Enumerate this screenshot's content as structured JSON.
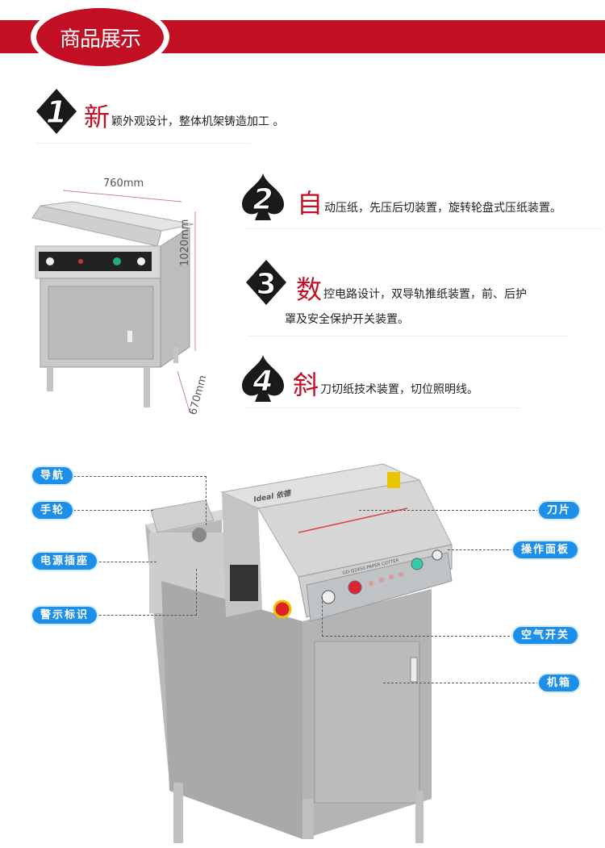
{
  "header": {
    "title": "商品展示",
    "accent_color": "#c30f24"
  },
  "features": [
    {
      "number": "1",
      "badge_icon": "diamond-icon",
      "lead": "新",
      "text": "颖外观设计，整体机架铸造加工 。"
    },
    {
      "number": "2",
      "badge_icon": "spade-icon",
      "lead": "自",
      "text": "动压纸，先压后切装置，旋转轮盘式压纸装置。"
    },
    {
      "number": "3",
      "badge_icon": "diamond-icon",
      "lead": "数",
      "text": "控电路设计，双导轨推纸装置，前、后护",
      "text_line2": "罩及安全保护开关装置。"
    },
    {
      "number": "4",
      "badge_icon": "spade-icon",
      "lead": "斜",
      "text": "刀切纸技术装置，切位照明线。"
    }
  ],
  "dimensions": {
    "width": "760mm",
    "height": "1020mm",
    "depth": "670mm"
  },
  "callouts": {
    "color": "#1e8fe8",
    "left": [
      "导航",
      "手轮",
      "电源插座",
      "警示标识"
    ],
    "right": [
      "刀片",
      "操作面板",
      "空气开关",
      "机箱"
    ]
  },
  "machine": {
    "brand": "Ideal 依德",
    "model": "GD-Q2450 PAPER CUTTER"
  }
}
